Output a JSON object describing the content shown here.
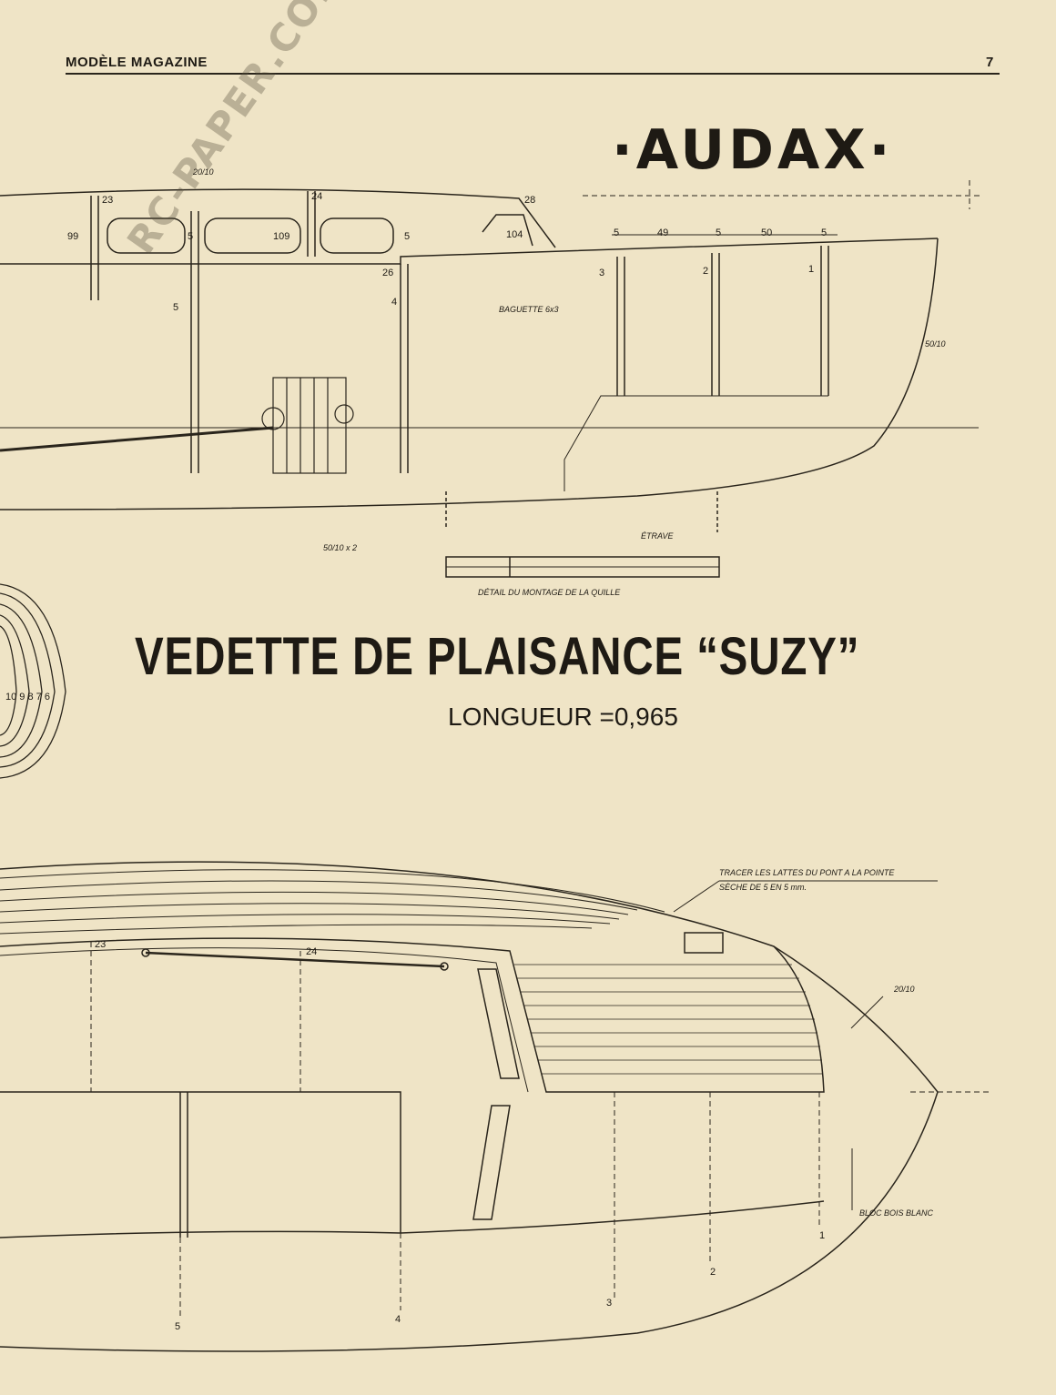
{
  "header": {
    "magazine": "MODÈLE MAGAZINE",
    "page_number": "7"
  },
  "brand": "·AUDAX·",
  "title": "VEDETTE DE PLAISANCE “SUZY”",
  "length": "LONGUEUR =0,965",
  "watermark": "RC-PAPER.COM",
  "side_view": {
    "dims": [
      "20/10",
      "99",
      "109",
      "5",
      "5",
      "104",
      "5",
      "49",
      "5",
      "50",
      "5",
      "50/10"
    ],
    "stations": [
      "23",
      "24",
      "28",
      "26",
      "4",
      "5",
      "3",
      "2",
      "1"
    ],
    "baguette": "BAGUETTE 6x3",
    "etrave": "ÉTRAVE",
    "keel_dim": "50/10 x 2",
    "keel_detail": "DÉTAIL DU MONTAGE DE LA QUILLE"
  },
  "section_view": {
    "stations": "10 9 8 7 6"
  },
  "top_view": {
    "note_line1": "TRACER LES LATTES DU PONT A LA POINTE",
    "note_line2": "SÈCHE DE 5 EN 5 mm.",
    "dim": "20/10",
    "stations": [
      "23",
      "24",
      "1",
      "2",
      "3",
      "4",
      "5"
    ],
    "bloc": "BLOC BOIS BLANC"
  }
}
